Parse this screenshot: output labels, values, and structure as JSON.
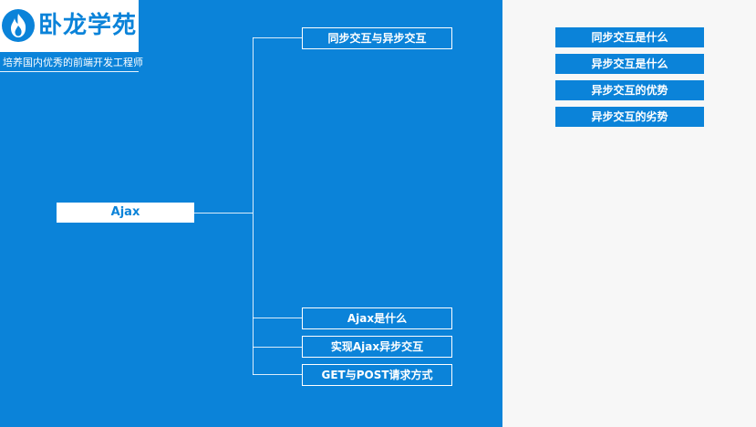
{
  "brand": {
    "name": "卧龙学苑",
    "slogan": "培养国内优秀的前端开发工程师",
    "logo_icon": "flame-icon",
    "primary_color": "#0b83d9",
    "background_color": "#f7f7f7"
  },
  "mindmap": {
    "root": {
      "label": "Ajax"
    },
    "branches": [
      {
        "label": "同步交互与异步交互"
      },
      {
        "label": "Ajax是什么"
      },
      {
        "label": "实现Ajax异步交互"
      },
      {
        "label": "GET与POST请求方式"
      }
    ]
  },
  "details": [
    {
      "label": "同步交互是什么"
    },
    {
      "label": "异步交互是什么"
    },
    {
      "label": "异步交互的优势"
    },
    {
      "label": "异步交互的劣势"
    }
  ]
}
